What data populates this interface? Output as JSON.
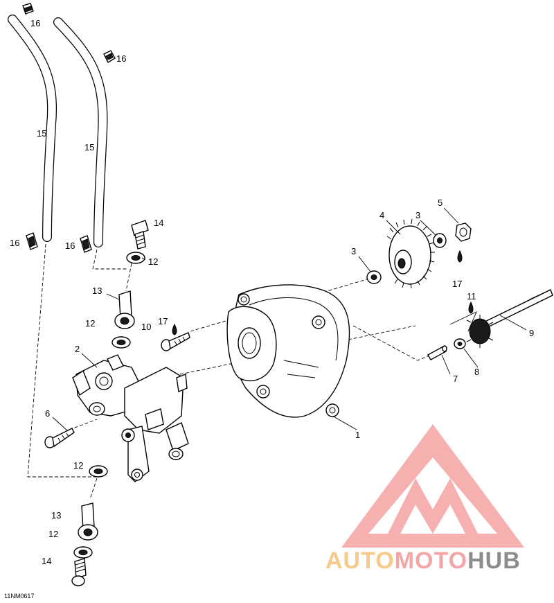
{
  "diagram": {
    "reference_code": "11NM0617",
    "callouts": [
      {
        "id": "c1",
        "label": "1"
      },
      {
        "id": "c2",
        "label": "2"
      },
      {
        "id": "c3a",
        "label": "3"
      },
      {
        "id": "c3b",
        "label": "3"
      },
      {
        "id": "c4",
        "label": "4"
      },
      {
        "id": "c5",
        "label": "5"
      },
      {
        "id": "c6",
        "label": "6"
      },
      {
        "id": "c7",
        "label": "7"
      },
      {
        "id": "c8",
        "label": "8"
      },
      {
        "id": "c9",
        "label": "9"
      },
      {
        "id": "c10",
        "label": "10"
      },
      {
        "id": "c11",
        "label": "11"
      },
      {
        "id": "c12a",
        "label": "12"
      },
      {
        "id": "c12b",
        "label": "12"
      },
      {
        "id": "c12c",
        "label": "12"
      },
      {
        "id": "c12d",
        "label": "12"
      },
      {
        "id": "c13a",
        "label": "13"
      },
      {
        "id": "c13b",
        "label": "13"
      },
      {
        "id": "c14a",
        "label": "14"
      },
      {
        "id": "c14b",
        "label": "14"
      },
      {
        "id": "c15a",
        "label": "15"
      },
      {
        "id": "c15b",
        "label": "15"
      },
      {
        "id": "c16a",
        "label": "16"
      },
      {
        "id": "c16b",
        "label": "16"
      },
      {
        "id": "c16c",
        "label": "16"
      },
      {
        "id": "c16d",
        "label": "16"
      },
      {
        "id": "c17a",
        "label": "17"
      },
      {
        "id": "c17b",
        "label": "17"
      }
    ]
  },
  "watermark": {
    "part1": "AUTO",
    "part2": "MOTO",
    "part3": "HUB",
    "color_primary": "#f4a6a6",
    "color_secondary": "#f7c98b",
    "color_tertiary": "#8c8c8c"
  }
}
